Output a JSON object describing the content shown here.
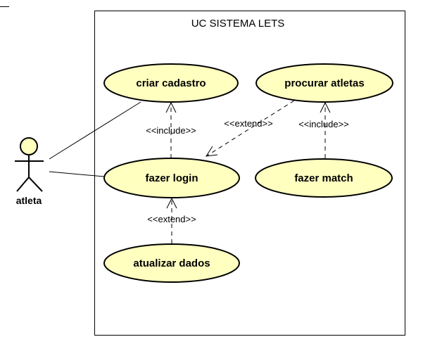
{
  "system": {
    "title": "UC SISTEMA LETS"
  },
  "actor": {
    "name": "atleta"
  },
  "use_cases": {
    "criar_cadastro": "criar cadastro",
    "procurar_atletas": "procurar atletas",
    "fazer_login": "fazer login",
    "fazer_match": "fazer match",
    "atualizar_dados": "atualizar dados"
  },
  "relations": {
    "include_login_cadastro": "<<include>>",
    "extend_procurar_login": "<<extend>>",
    "include_match_procurar": "<<include>>",
    "extend_atualizar_login": "<<extend>>"
  },
  "colors": {
    "use_case_fill": "#FFFFC0",
    "actor_fill": "#FFFFC0",
    "stroke": "#000000"
  }
}
